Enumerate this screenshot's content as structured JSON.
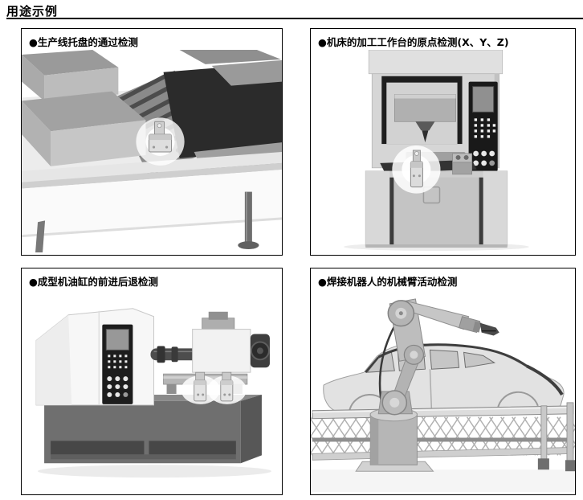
{
  "page": {
    "title": "用途示例"
  },
  "panels": [
    {
      "label": "●生产线托盘的通过检测",
      "illustration": "roller-conveyor with pallets and proximity sensor"
    },
    {
      "label": "●机床的加工工作台的原点检测(X、Y、Z)",
      "illustration": "CNC machine tool with control panel and sensor"
    },
    {
      "label": "●成型机油缸的前进后退检测",
      "illustration": "molding machine cylinder with two sensors"
    },
    {
      "label": "●焊接机器人的机械臂活动检测",
      "illustration": "welding robot arm over car body behind fence"
    }
  ],
  "colors": {
    "ink": "#000000",
    "machine_light": "#d6d6d6",
    "machine_dark": "#2b2b2b",
    "cabinet_gray": "#6f6f6f",
    "panel_border": "#000000",
    "background": "#ffffff"
  }
}
